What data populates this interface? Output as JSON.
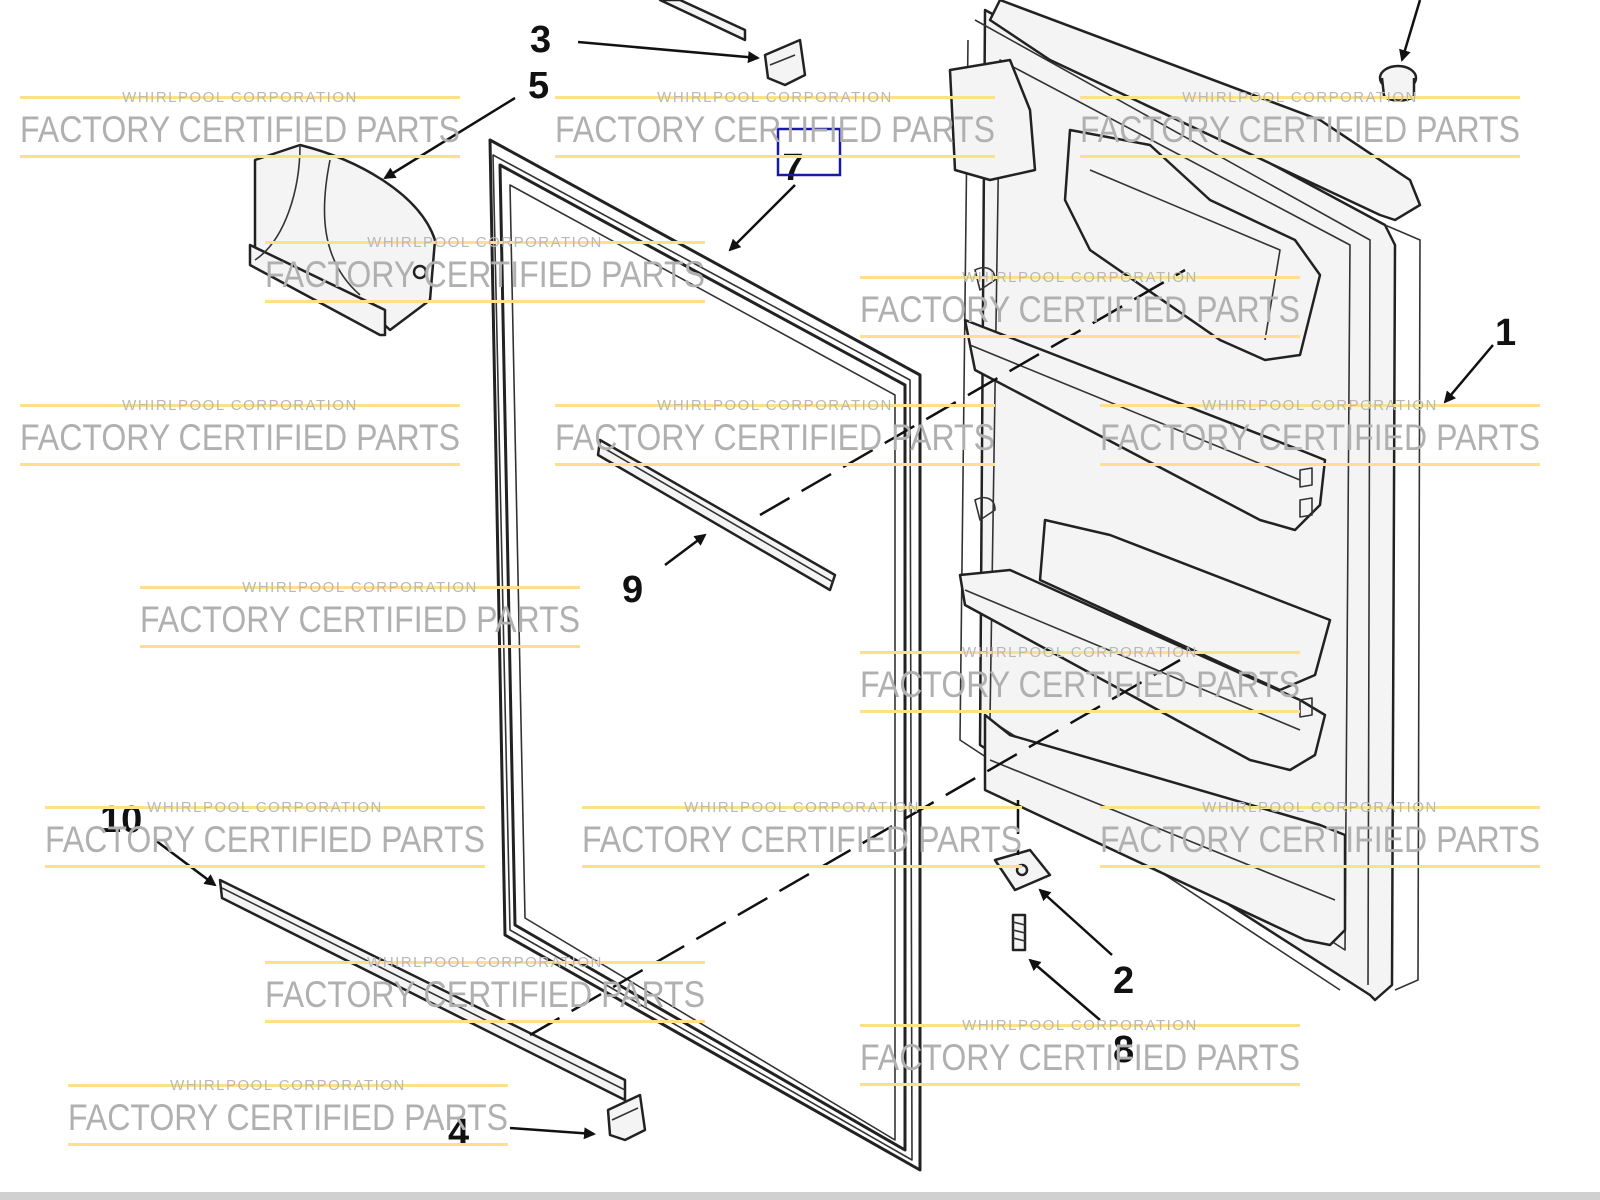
{
  "watermark": {
    "line1": "WHIRLPOOL CORPORATION",
    "line2": "FACTORY CERTIFIED PARTS"
  },
  "callouts": [
    "1",
    "2",
    "3",
    "4",
    "5",
    "7",
    "8",
    "9",
    "10"
  ],
  "highlighted_callout": "7",
  "colors": {
    "watermark_bar": "#ffe08a",
    "highlight_box": "#1a1aa8",
    "line_art": "#222222"
  }
}
